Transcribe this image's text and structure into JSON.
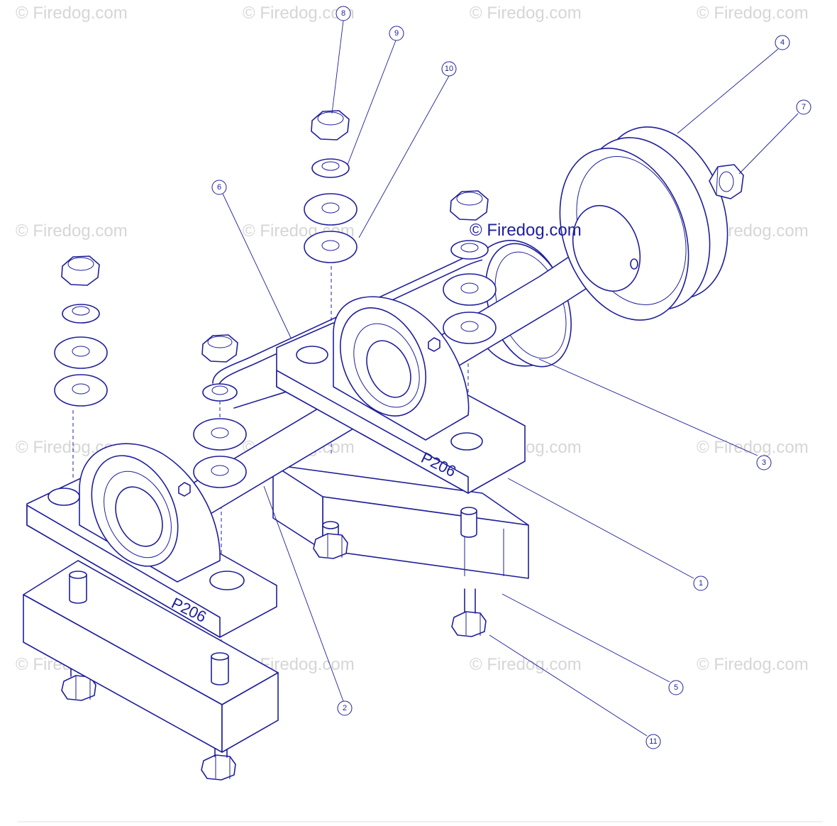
{
  "watermark_text": "© Firedog.com",
  "center_watermark_text": "© Firedog.com",
  "housing_marking": "P206",
  "colors": {
    "line": "#1f1f9a",
    "watermark": "#d6d6d6",
    "background": "#ffffff"
  },
  "callouts": [
    {
      "id": "c1",
      "number": "1"
    },
    {
      "id": "c2",
      "number": "2"
    },
    {
      "id": "c3",
      "number": "3"
    },
    {
      "id": "c4",
      "number": "4"
    },
    {
      "id": "c5",
      "number": "5"
    },
    {
      "id": "c6",
      "number": "6"
    },
    {
      "id": "c7",
      "number": "7"
    },
    {
      "id": "c8",
      "number": "8"
    },
    {
      "id": "c9",
      "number": "9"
    },
    {
      "id": "c10",
      "number": "10"
    },
    {
      "id": "c11",
      "number": "11"
    }
  ]
}
